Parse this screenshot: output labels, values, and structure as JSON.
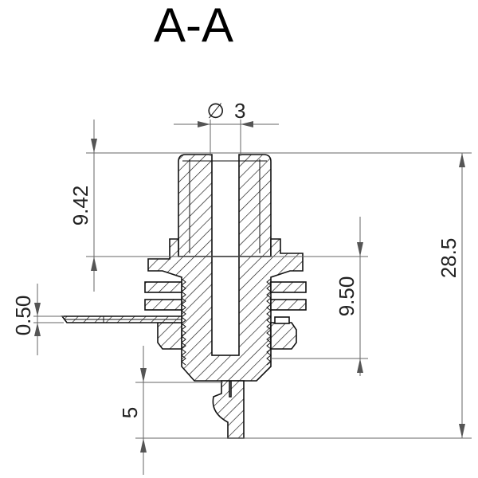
{
  "view_title": "A-A",
  "dimensions": {
    "diameter_symbol": "∅",
    "diameter_value": "3",
    "top_height": "9.42",
    "overall_height": "28.5",
    "thread_length": "9.50",
    "washer_thickness": "0.50",
    "pin_length": "5"
  }
}
